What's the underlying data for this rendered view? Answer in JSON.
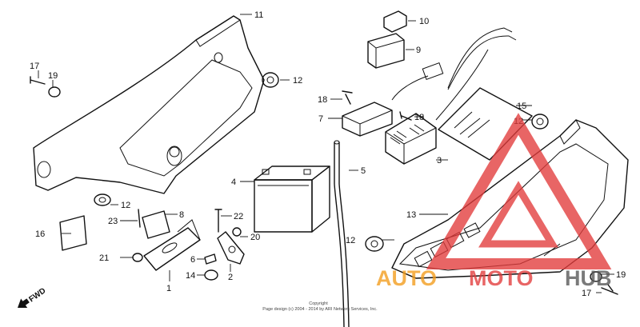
{
  "diagram": {
    "callouts": [
      "1",
      "2",
      "3",
      "4",
      "5",
      "6",
      "7",
      "8",
      "9",
      "10",
      "11",
      "12",
      "13",
      "14",
      "15",
      "16",
      "17",
      "18",
      "19",
      "20",
      "21",
      "22",
      "23"
    ],
    "direction_label": "FWD"
  },
  "footer": {
    "line1": "Copyright",
    "line2": "Page design (c) 2004 - 2014 by ARI Network Services, Inc."
  },
  "watermark": {
    "part1": "AUTO",
    "part2": "MOTO",
    "part3": "HUB",
    "colors": {
      "red": "#e23b3b",
      "orange": "#f39c1a",
      "gray": "#555555"
    }
  }
}
